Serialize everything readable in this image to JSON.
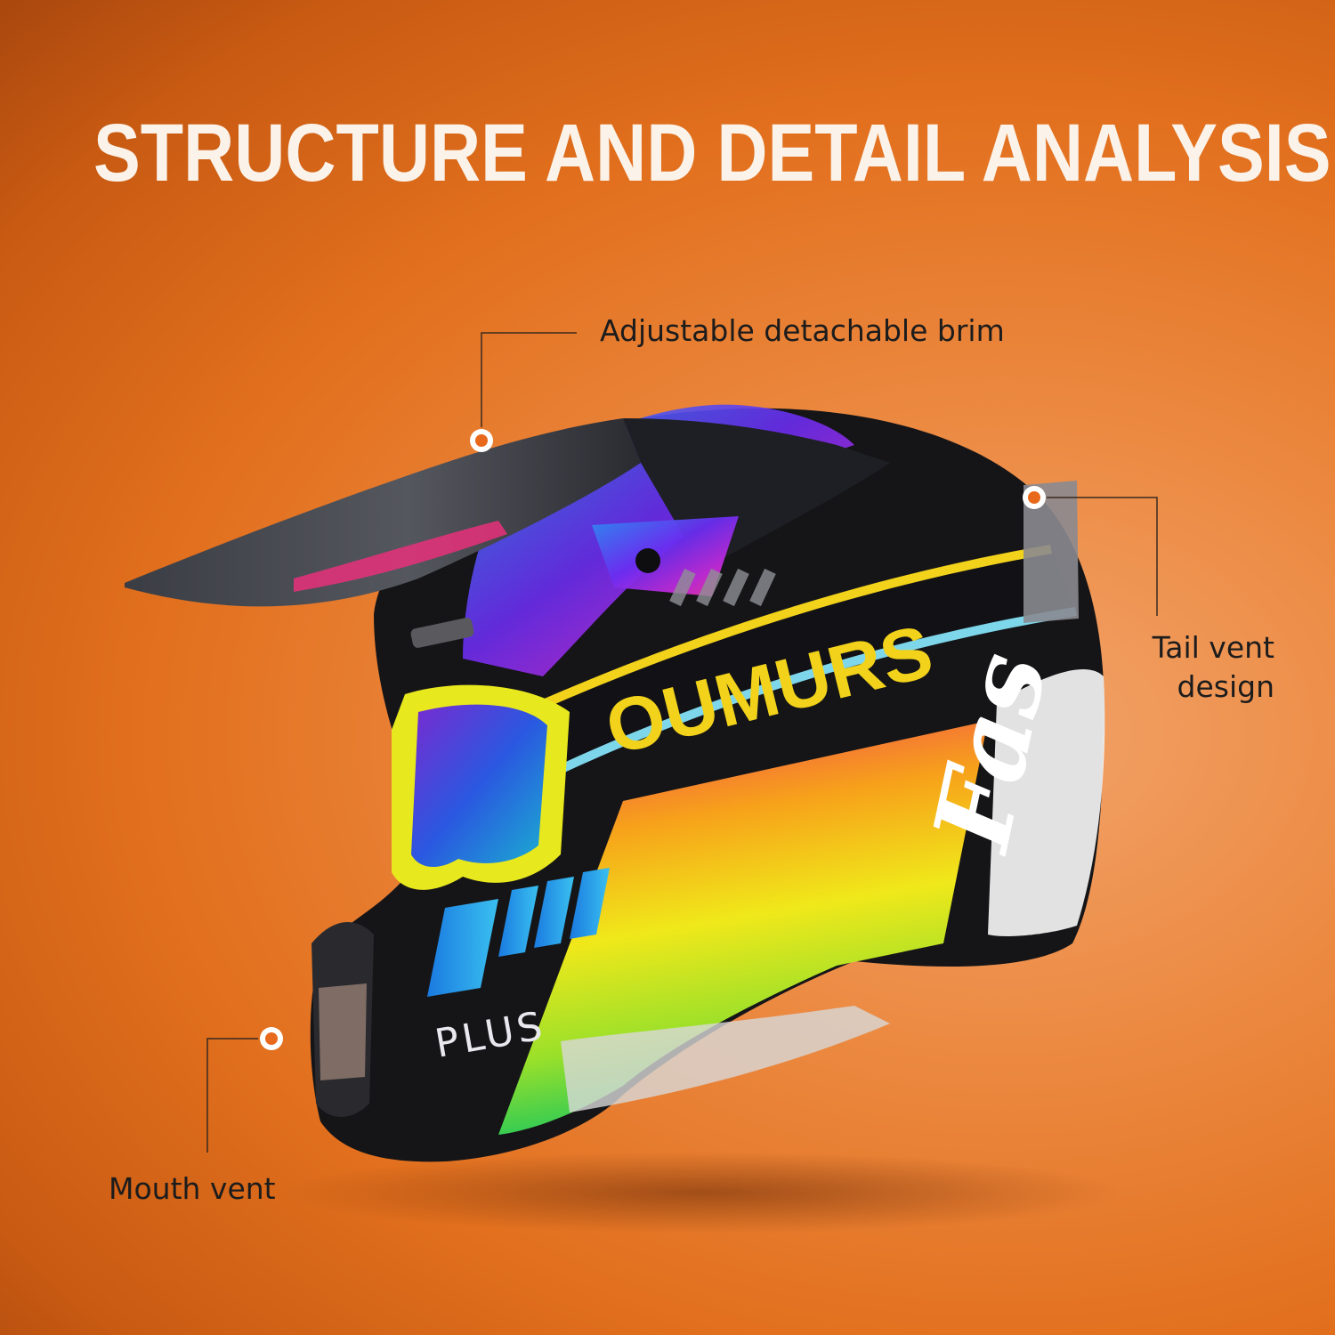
{
  "title": "STRUCTURE AND DETAIL ANALYSIS",
  "callouts": {
    "brim": "Adjustable detachable brim",
    "tail_line1": "Tail vent",
    "tail_line2": "design",
    "mouth": "Mouth vent"
  },
  "helmet": {
    "brand": "OUMURS",
    "model": "PLUS",
    "side_script": "Fas"
  },
  "colors": {
    "accent_orange": "#e8681c",
    "label_text": "#1c1c1c",
    "title_text": "#fbf3ea"
  }
}
